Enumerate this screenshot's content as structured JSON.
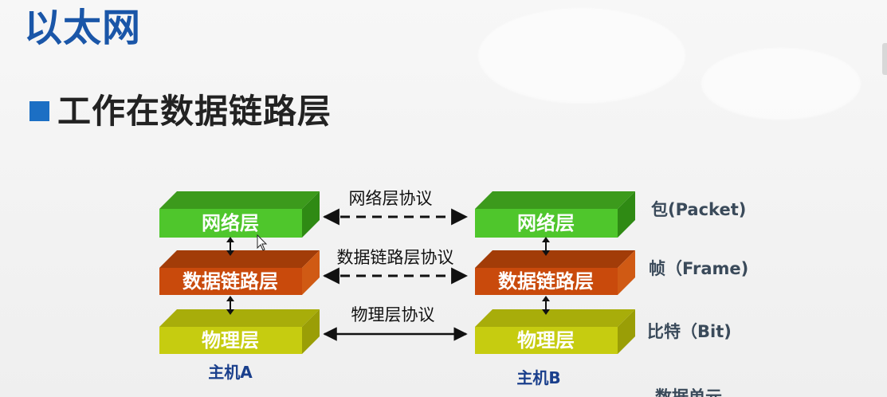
{
  "slide": {
    "title": "以太网",
    "subtitle": "工作在数据链路层"
  },
  "layers": {
    "network": "网络层",
    "datalink": "数据链路层",
    "physical": "物理层"
  },
  "protocols": {
    "network": "网络层协议",
    "datalink": "数据链路层协议",
    "physical": "物理层协议"
  },
  "units": {
    "network": "包(Packet)",
    "datalink": "帧（Frame)",
    "physical": "比特（Bit)",
    "header": "数据单元"
  },
  "hosts": {
    "a": "主机A",
    "b": "主机B"
  },
  "colors": {
    "title_blue": "#1a56a8",
    "network_green": "#4fc62c",
    "datalink_orange": "#c94a0c",
    "physical_yellow": "#c6cc10"
  }
}
